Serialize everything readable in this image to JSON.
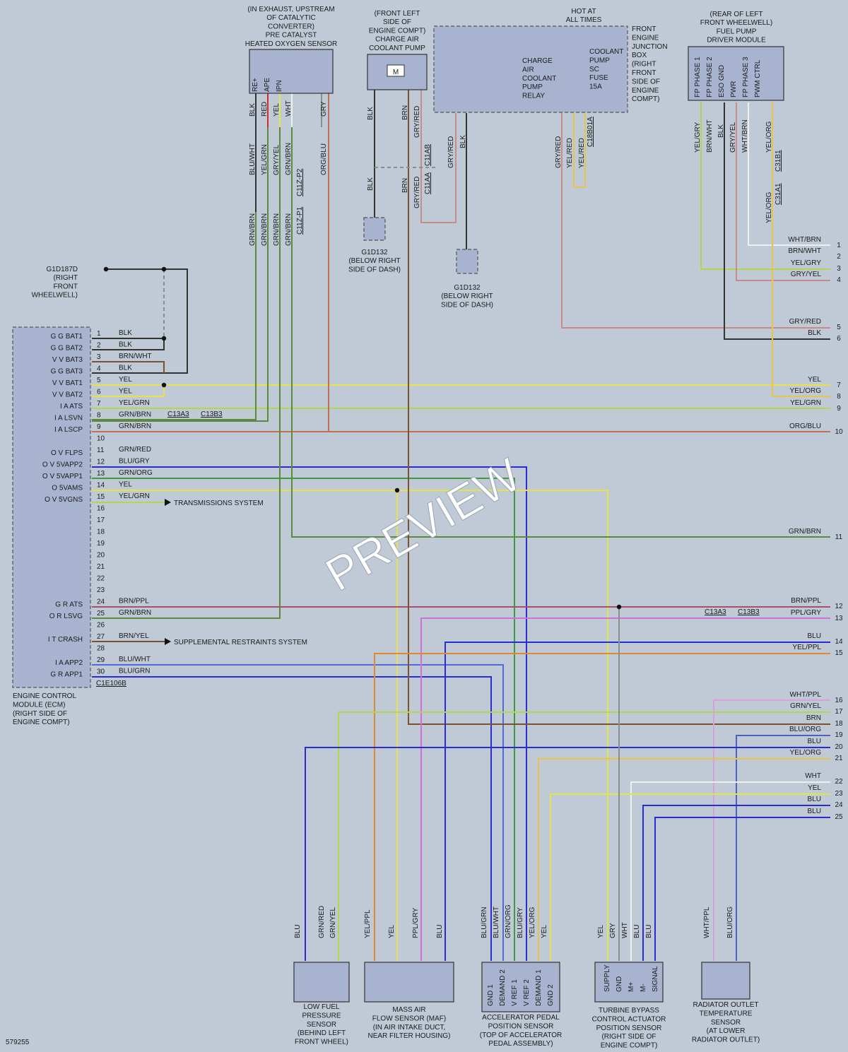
{
  "colors": {
    "BLK": "#333333",
    "BRN": "#7a5230",
    "RED": "#d42a2a",
    "YEL": "#e6e24a",
    "GRN": "#3d9a3d",
    "BLU": "#2b2bd4",
    "GRY": "#8c8c8c",
    "ORG": "#e08a30",
    "WHT": "#eeeeee",
    "PPL": "#c43ccf",
    "GRY/RED": "#c98a8a",
    "YEL/ORG": "#e8c44a",
    "BLU/WHT": "#4d6be0",
    "YEL/GRN": "#b8d44a",
    "ORG/BLU": "#c07050",
    "GRN/BRN": "#5a8a3a",
    "BRN/PPL": "#a8506a",
    "PPL/GRY": "#d070d8",
    "WHT/PPL": "#d8a0dc",
    "BLU/ORG": "#5060c0"
  },
  "labels": {
    "o2_sensor": [
      "(IN EXHAUST, UPSTREAM",
      "OF CATALYTIC",
      "CONVERTER)",
      "PRE CATALYST",
      "HEATED OXYGEN SENSOR"
    ],
    "o2_pins": [
      "RE+",
      "APE",
      "IPN"
    ],
    "pump": [
      "(FRONT LEFT",
      "SIDE OF",
      "ENGINE COMPT)",
      "CHARGE AIR",
      "COOLANT PUMP"
    ],
    "pump_m": "M",
    "hot": [
      "HOT AT",
      "ALL TIMES"
    ],
    "fej": [
      "FRONT",
      "ENGINE",
      "JUNCTION",
      "BOX",
      "(RIGHT",
      "FRONT",
      "SIDE OF",
      "ENGINE",
      "COMPT)"
    ],
    "relay": [
      "CHARGE",
      "AIR",
      "COOLANT",
      "PUMP",
      "RELAY"
    ],
    "fuse": [
      "COOLANT",
      "PUMP",
      "SC",
      "FUSE",
      "15A"
    ],
    "fpdm": [
      "(REAR OF LEFT",
      "FRONT WHEELWELL)",
      "FUEL PUMP",
      "DRIVER MODULE"
    ],
    "fpdm_pins": [
      "FP PHASE 1",
      "FP PHASE 2",
      "ESO GND",
      "PWR",
      "FP PHASE 3",
      "PWM CTRL"
    ],
    "g1d187d": [
      "G1D187D",
      "(RIGHT",
      "FRONT",
      "WHEELWELL)"
    ],
    "g1d132a": [
      "G1D132",
      "(BELOW RIGHT",
      "SIDE OF DASH)"
    ],
    "g1d132b": [
      "G1D132",
      "(BELOW RIGHT",
      "SIDE OF DASH)"
    ],
    "ecm": [
      "ENGINE CONTROL",
      "MODULE (ECM)",
      "(RIGHT SIDE OF",
      "ENGINE COMPT)"
    ],
    "ecm_connector": "C1E106B",
    "ecm_pins": [
      "G G BAT1",
      "G G BAT2",
      "V V BAT3",
      "G G BAT3",
      "V V BAT1",
      "V V BAT2",
      "I A ATS",
      "I A LSVN",
      "I A LSCP",
      "",
      "O V FLPS",
      "O V 5VAPP2",
      "O V 5VAPP1",
      "O 5VAMS",
      "O V 5VGNS"
    ],
    "ecm_pins2": {
      "24": "G R ATS",
      "25": "O R LSVG",
      "27": "I T CRASH",
      "29": "I A APP2",
      "30": "G R APP1"
    },
    "ecm_wires": {
      "1": "BLK",
      "2": "BLK",
      "3": "BRN/WHT",
      "4": "BLK",
      "5": "YEL",
      "6": "YEL",
      "7": "YEL/GRN",
      "8": "GRN/BRN",
      "9": "GRN/BRN",
      "11": "GRN/RED",
      "12": "BLU/GRY",
      "13": "GRN/ORG",
      "14": "YEL",
      "15": "YEL/GRN",
      "24": "BRN/PPL",
      "25": "GRN/BRN",
      "27": "BRN/YEL",
      "29": "BLU/WHT",
      "30": "BLU/GRN"
    },
    "trans": "TRANSMISSIONS SYSTEM",
    "srs": "SUPPLEMENTAL RESTRAINTS SYSTEM",
    "c13a3": "C13A3",
    "c13b3": "C13B3",
    "right_wires": [
      "WHT/BRN",
      "BRN/WHT",
      "YEL/GRY",
      "GRY/YEL",
      "GRY/RED",
      "BLK",
      "YEL",
      "YEL/ORG",
      "YEL/GRN",
      "ORG/BLU",
      "GRN/BRN",
      "BRN/PPL",
      "PPL/GRY",
      "BLU",
      "YEL/PPL",
      "WHT/PPL",
      "GRN/YEL",
      "BRN",
      "BLU/ORG",
      "BLU",
      "YEL/ORG",
      "WHT",
      "YEL",
      "BLU",
      "BLU"
    ],
    "lfp": [
      "LOW FUEL",
      "PRESSURE",
      "SENSOR",
      "(BEHIND LEFT",
      "FRONT WHEEL)"
    ],
    "maf": [
      "MASS AIR",
      "FLOW SENSOR (MAF)",
      "(IN AIR INTAKE DUCT,",
      "NEAR FILTER HOUSING)"
    ],
    "app": [
      "ACCELERATOR PEDAL",
      "POSITION SENSOR",
      "(TOP OF ACCELERATOR",
      "PEDAL ASSEMBLY)"
    ],
    "app_pins": [
      "GND 1",
      "DEMAND 2",
      "V REF 1",
      "V REF 2",
      "DEMAND 1",
      "GND 2"
    ],
    "tbc": [
      "TURBINE BYPASS",
      "CONTROL ACTUATOR",
      "POSITION SENSOR",
      "(RIGHT SIDE OF",
      "ENGINE COMPT)"
    ],
    "tbc_pins": [
      "SUPPLY",
      "GND",
      "M+",
      "M-",
      "SIGNAL"
    ],
    "rot": [
      "RADIATOR OUTLET",
      "TEMPERATURE",
      "SENSOR",
      "(AT LOWER",
      "RADIATOR OUTLET)"
    ],
    "fig": "579255",
    "watermark": "PREVIEW",
    "conn": {
      "c11ab": "C11AB",
      "c11aa": "C11AA",
      "c18b01a": "C18B01A",
      "c31b1": "C31B1",
      "c31a1": "C31A1",
      "c11zp2": "C11Z-P2",
      "c11zp1": "C11Z-P1"
    }
  }
}
